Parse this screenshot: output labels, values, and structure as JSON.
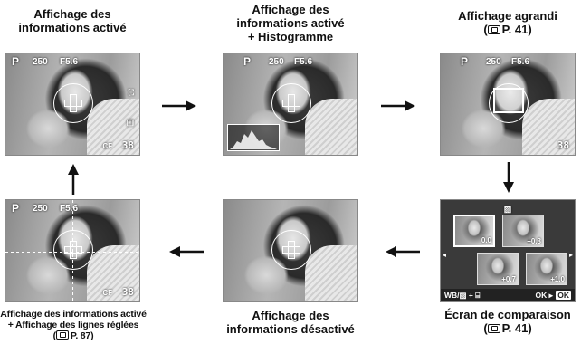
{
  "captions": {
    "info_on": [
      "Affichage des",
      "informations activé"
    ],
    "info_histogram": [
      "Affichage des",
      "informations activé",
      "+ Histogramme"
    ],
    "zoomed": [
      "Affichage agrandi",
      "P. 41"
    ],
    "comparison": [
      "Écran de comparaison",
      "P. 41"
    ],
    "info_off": [
      "Affichage des",
      "informations désactivé"
    ],
    "info_grid": [
      "Affichage des informations activé",
      "+ Affichage des lignes réglées",
      "P. 87"
    ]
  },
  "screens": {
    "info_on": {
      "mode": "P",
      "shutter": "250",
      "aperture": "F5.6",
      "counter": "38",
      "card": "CF"
    },
    "info_histogram": {
      "mode": "P",
      "shutter": "250",
      "aperture": "F5.6"
    },
    "zoomed": {
      "mode": "P",
      "shutter": "250",
      "aperture": "F5.6",
      "counter": "38"
    },
    "info_grid": {
      "mode": "P",
      "shutter": "250",
      "aperture": "F5.6",
      "counter": "38",
      "card": "CF"
    }
  },
  "comparison_screen": {
    "values": [
      "0.0",
      "+0.3",
      "+0.7",
      "+1.0"
    ],
    "bottom_left": "WB/",
    "bottom_right_ok": "OK",
    "bottom_right_ok_box": "OK"
  },
  "colors": {
    "arrow": "#111111",
    "osd_text": "#ffffff",
    "frame_border": "#888888"
  }
}
